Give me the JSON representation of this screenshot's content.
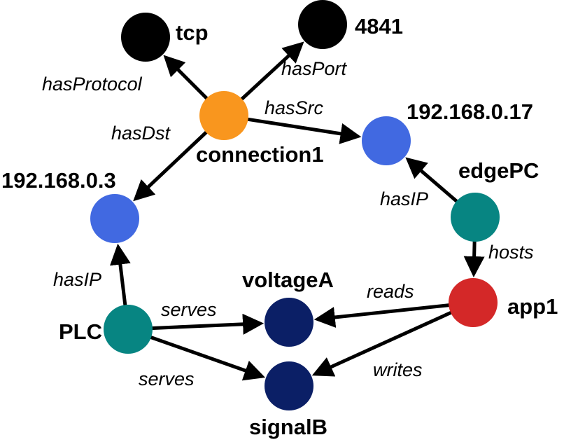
{
  "colors": {
    "black": "#000000",
    "orange": "#F9961E",
    "blue": "#4169E1",
    "teal": "#078582",
    "navy": "#0B1F66",
    "red": "#D42828"
  },
  "nodes": {
    "tcp": {
      "label": "tcp",
      "color": "black"
    },
    "port": {
      "label": "4841",
      "color": "black"
    },
    "connection1": {
      "label": "connection1",
      "color": "orange"
    },
    "ip17": {
      "label": "192.168.0.17",
      "color": "blue"
    },
    "ip3": {
      "label": "192.168.0.3",
      "color": "blue"
    },
    "edgePC": {
      "label": "edgePC",
      "color": "teal"
    },
    "app1": {
      "label": "app1",
      "color": "red"
    },
    "PLC": {
      "label": "PLC",
      "color": "teal"
    },
    "voltageA": {
      "label": "voltageA",
      "color": "navy"
    },
    "signalB": {
      "label": "signalB",
      "color": "navy"
    }
  },
  "edges": [
    {
      "from": "connection1",
      "to": "tcp",
      "label": "hasProtocol"
    },
    {
      "from": "connection1",
      "to": "port",
      "label": "hasPort"
    },
    {
      "from": "connection1",
      "to": "ip17",
      "label": "hasSrc"
    },
    {
      "from": "connection1",
      "to": "ip3",
      "label": "hasDst"
    },
    {
      "from": "edgePC",
      "to": "ip17",
      "label": "hasIP"
    },
    {
      "from": "edgePC",
      "to": "app1",
      "label": "hosts"
    },
    {
      "from": "PLC",
      "to": "ip3",
      "label": "hasIP"
    },
    {
      "from": "PLC",
      "to": "voltageA",
      "label": "serves"
    },
    {
      "from": "PLC",
      "to": "signalB",
      "label": "serves"
    },
    {
      "from": "app1",
      "to": "voltageA",
      "label": "reads"
    },
    {
      "from": "app1",
      "to": "signalB",
      "label": "writes"
    }
  ]
}
